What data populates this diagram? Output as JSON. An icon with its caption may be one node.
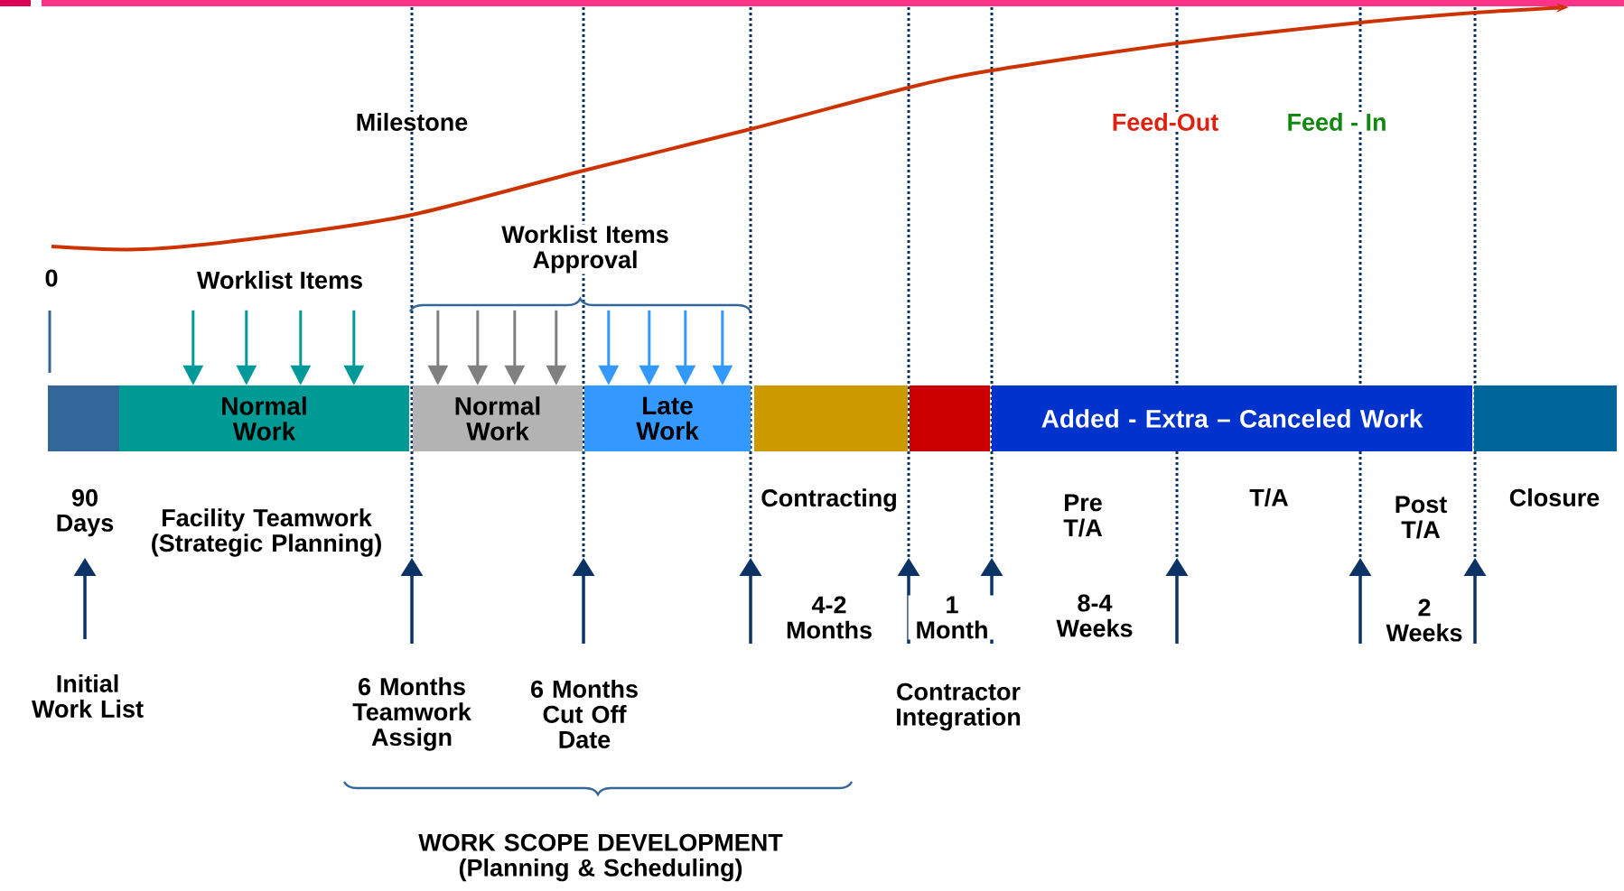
{
  "diagram": {
    "nodes": [
      {
        "text": [],
        "shape": "box"
      },
      {
        "text": [
          "Normal Work"
        ]
      },
      {
        "text": [
          "Normal Work"
        ]
      },
      {
        "text": [
          "Late Work"
        ]
      },
      {
        "text": [],
        "shape": "box"
      },
      {
        "text": [],
        "shape": "box"
      },
      {
        "text": [
          "Added - Extra – Canceled Work"
        ]
      },
      {
        "text": [],
        "shape": "box"
      }
    ],
    "edges": [
      {
        "from": null,
        "to": 1,
        "arrow": "to",
        "color": "#009999"
      },
      {
        "from": null,
        "to": 1,
        "arrow": "to",
        "color": "#009999"
      },
      {
        "from": null,
        "to": 1,
        "arrow": "to",
        "color": "#009999"
      },
      {
        "from": null,
        "to": 1,
        "arrow": "to",
        "color": "#009999"
      },
      {
        "from": null,
        "to": 2,
        "arrow": "to",
        "color": "#808080"
      },
      {
        "from": null,
        "to": 2,
        "arrow": "to",
        "color": "#808080"
      },
      {
        "from": null,
        "to": 2,
        "arrow": "to",
        "color": "#808080"
      },
      {
        "from": null,
        "to": 2,
        "arrow": "to",
        "color": "#808080"
      },
      {
        "from": null,
        "to": 3,
        "arrow": "to",
        "color": "#3399ff"
      },
      {
        "from": null,
        "to": 3,
        "arrow": "to",
        "color": "#3399ff"
      },
      {
        "from": null,
        "to": 3,
        "arrow": "to",
        "color": "#3399ff"
      },
      {
        "from": null,
        "to": 3,
        "arrow": "to",
        "color": "#3399ff"
      }
    ],
    "labels": [
      "Milestone",
      "Feed-Out",
      "Feed - In",
      "Worklist Items Approval",
      "0",
      "Worklist Items",
      "90 Days",
      "Facility Teamwork (Strategic Planning)",
      "Contracting",
      "Pre T/A",
      "T/A",
      "Post T/A",
      "Closure",
      "4-2 Months",
      "1 Month",
      "8-4 Weeks",
      "2 Weeks",
      "Initial Work List",
      "6 Months Teamwork Assign",
      "6 Months Cut Off Date",
      "Contractor Integration",
      "WORK SCOPE DEVELOPMENT (Planning & Scheduling)"
    ]
  }
}
